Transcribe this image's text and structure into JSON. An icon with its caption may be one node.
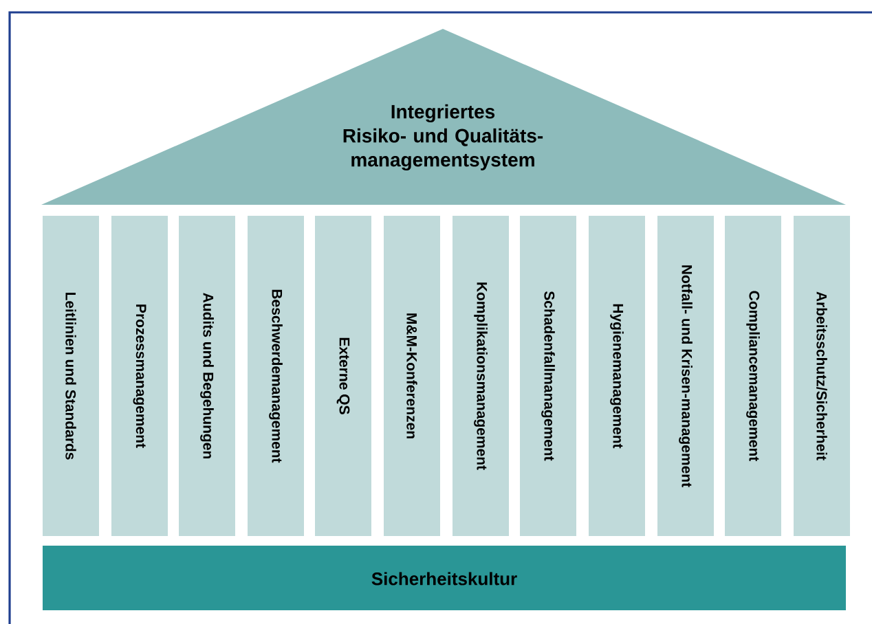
{
  "diagram": {
    "nodes": [
      {
        "text": [
          "Integriertes Risiko- und Qualitäts-managementsystem"
        ]
      },
      {
        "text": [
          "Leitlinien und Standards"
        ]
      },
      {
        "text": [
          "Prozessmanagement"
        ]
      },
      {
        "text": [
          "Audits und Begehungen"
        ]
      },
      {
        "text": [
          "Beschwerdemanagement"
        ]
      },
      {
        "text": [
          "Externe QS"
        ]
      },
      {
        "text": [
          "M&M-Konferenzen"
        ]
      },
      {
        "text": [
          "Komplikationsmanagement"
        ]
      },
      {
        "text": [
          "Schadenfallmanagement"
        ]
      },
      {
        "text": [
          "Hygienemanagement"
        ]
      },
      {
        "text": [
          "Notfall- und Krisen-management"
        ]
      },
      {
        "text": [
          "Compliancemanagement"
        ]
      },
      {
        "text": [
          "Arbeitsschutz/Sicherheit"
        ]
      },
      {
        "text": [
          "Sicherheitskultur"
        ]
      }
    ]
  }
}
